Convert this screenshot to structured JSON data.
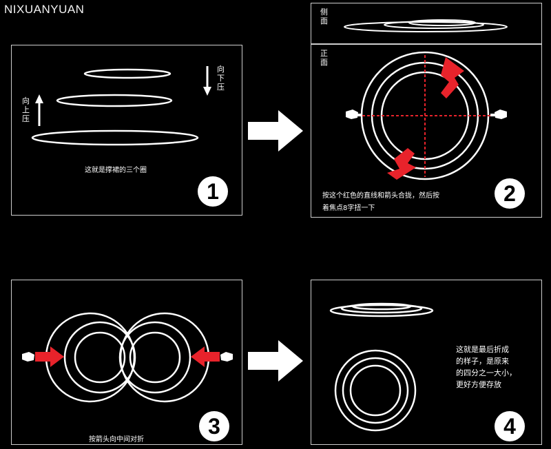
{
  "brand": "NIXUANYUAN",
  "colors": {
    "background": "#000000",
    "line": "#ffffff",
    "accent": "#e8232b"
  },
  "panel1": {
    "label_down": "向下压",
    "label_up": "向上压",
    "caption": "这就是撑裙的三个圈",
    "step": "1"
  },
  "panel2": {
    "side_label": "侧面",
    "front_label": "正面",
    "caption_line1": "按这个红色的直线和箭头合拢，然后按",
    "caption_line2": "着焦点8字扭一下",
    "step": "2"
  },
  "panel3": {
    "caption": "按箭头向中间对折",
    "step": "3"
  },
  "panel4": {
    "caption_lines": [
      "这就是最后折成",
      "的样子，是原来",
      "的四分之一大小，",
      "更好方便存放"
    ],
    "step": "4"
  },
  "icons": [
    "arrow-right-icon",
    "arrow-down-icon",
    "arrow-up-icon",
    "hand-icon",
    "red-arrow-icon"
  ]
}
